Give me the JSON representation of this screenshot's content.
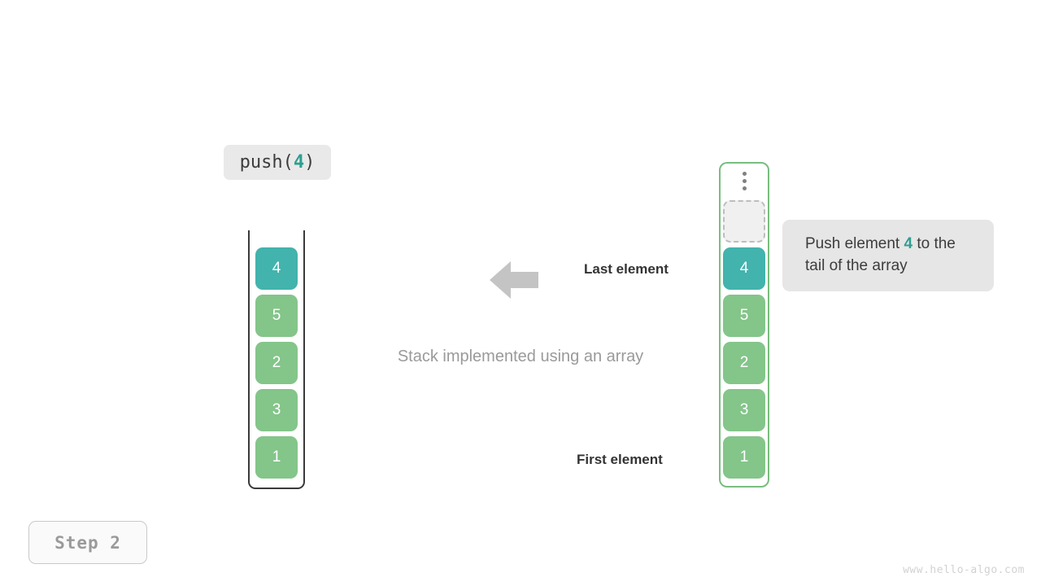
{
  "operation": {
    "prefix": "push(",
    "value": "4",
    "suffix": ")"
  },
  "stack": {
    "title": "Stack implemented using an array",
    "cells": [
      {
        "value": "4",
        "color": "teal"
      },
      {
        "value": "5",
        "color": "green"
      },
      {
        "value": "2",
        "color": "green"
      },
      {
        "value": "3",
        "color": "green"
      },
      {
        "value": "1",
        "color": "green"
      }
    ]
  },
  "labels": {
    "last_element": "Last element",
    "first_element": "First element"
  },
  "array": {
    "ellipsis": "vertical-ellipsis",
    "empty_slot_label": "",
    "cells": [
      {
        "value": "4",
        "color": "teal"
      },
      {
        "value": "5",
        "color": "green"
      },
      {
        "value": "2",
        "color": "green"
      },
      {
        "value": "3",
        "color": "green"
      },
      {
        "value": "1",
        "color": "green"
      }
    ]
  },
  "annotation": {
    "text_before": "Push element ",
    "value": "4",
    "text_after": " to the tail of the array"
  },
  "step": {
    "label": "Step 2"
  },
  "watermark": {
    "text": "www.hello-algo.com"
  },
  "colors": {
    "teal": "#42b3ad",
    "green": "#84c58a",
    "accent_text": "#2e9e92",
    "array_border": "#79bd7f",
    "stack_border": "#3a3a3a",
    "arrow": "#c4c4c4",
    "badge_bg": "#e9e9e9"
  }
}
